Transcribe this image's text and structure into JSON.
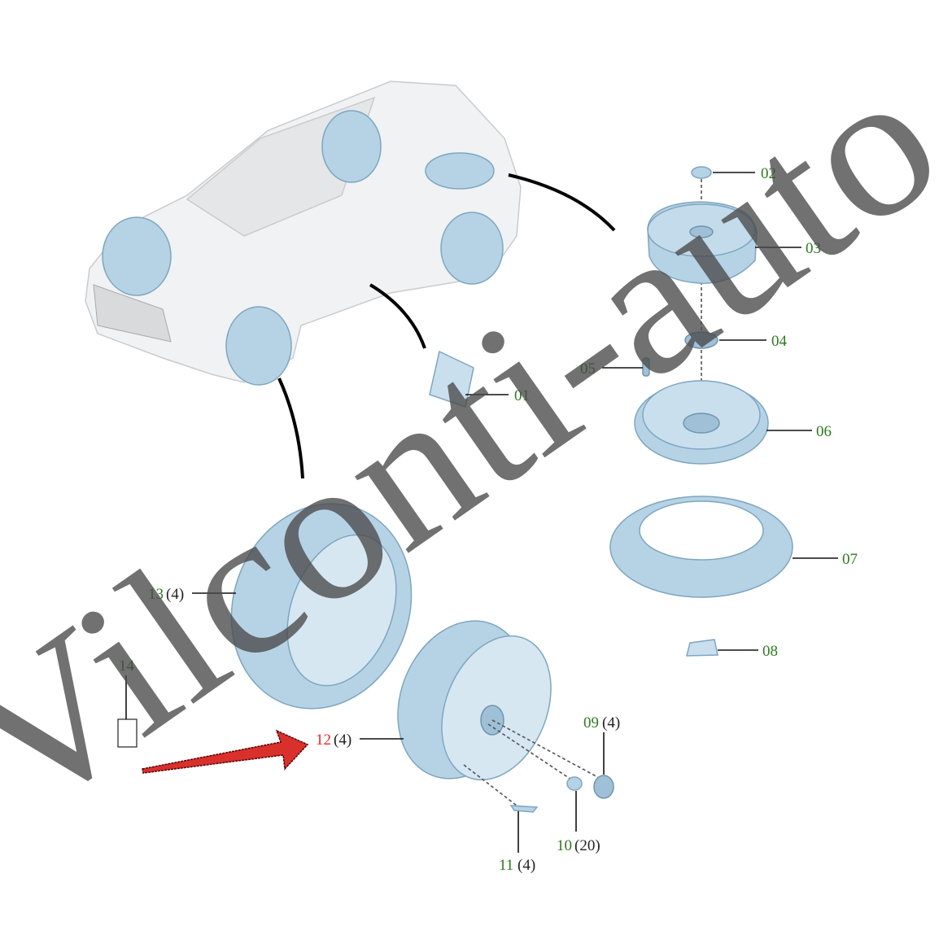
{
  "diagram": {
    "watermark": "Vilconti-auto",
    "colors": {
      "part": "#b6d3e6",
      "label_number": "#2d7a1f",
      "highlight": "#e8262a"
    },
    "callouts": [
      {
        "id": "01",
        "qty": ""
      },
      {
        "id": "02",
        "qty": ""
      },
      {
        "id": "03",
        "qty": ""
      },
      {
        "id": "04",
        "qty": ""
      },
      {
        "id": "05",
        "qty": ""
      },
      {
        "id": "06",
        "qty": ""
      },
      {
        "id": "07",
        "qty": ""
      },
      {
        "id": "08",
        "qty": ""
      },
      {
        "id": "09",
        "qty": "(4)"
      },
      {
        "id": "10",
        "qty": "(20)"
      },
      {
        "id": "11",
        "qty": "(4)"
      },
      {
        "id": "12",
        "qty": "(4)",
        "highlighted": true
      },
      {
        "id": "13",
        "qty": "(4)"
      },
      {
        "id": "14",
        "qty": ""
      }
    ]
  }
}
